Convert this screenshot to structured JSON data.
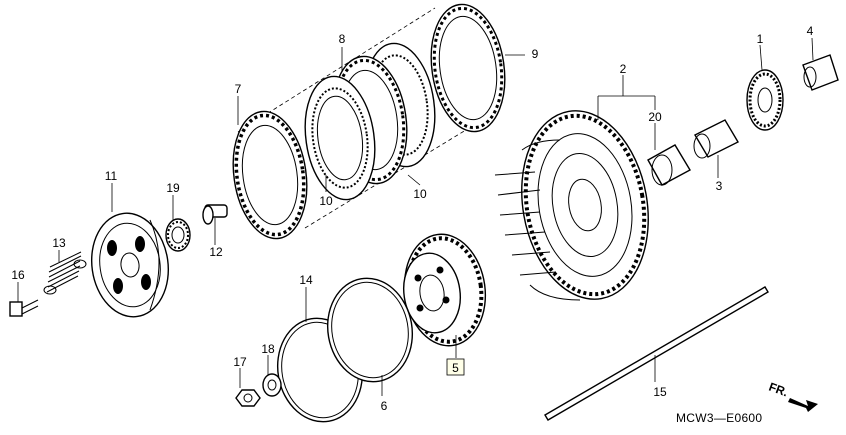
{
  "diagram": {
    "code": "MCW3—E0600",
    "direction_label": "FR.",
    "highlighted_callout": "5",
    "callouts": [
      "1",
      "2",
      "3",
      "4",
      "5",
      "6",
      "7",
      "8",
      "9",
      "10",
      "10",
      "11",
      "12",
      "13",
      "14",
      "15",
      "16",
      "17",
      "18",
      "19",
      "20"
    ]
  }
}
